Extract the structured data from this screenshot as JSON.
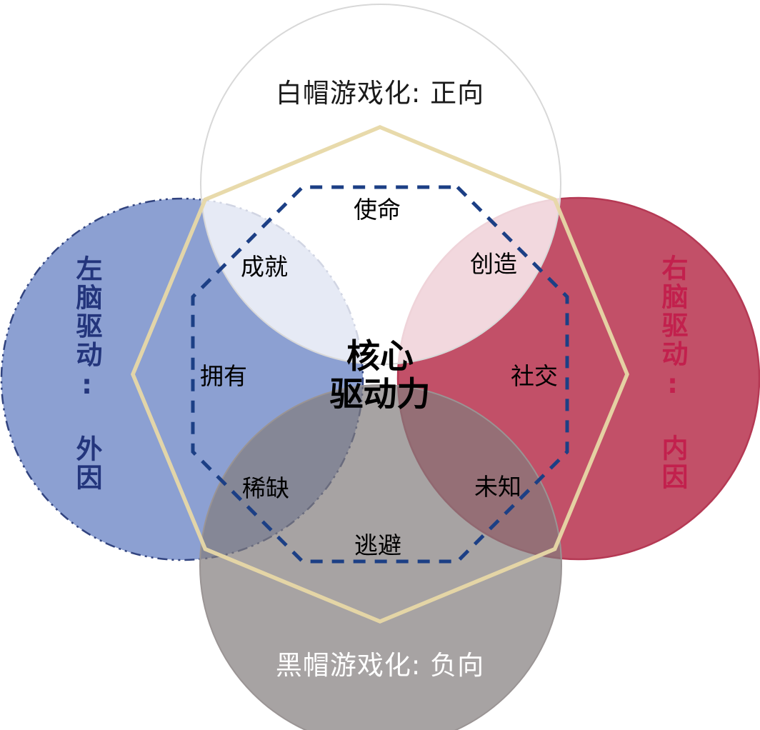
{
  "diagram": {
    "center_title": {
      "line1": "核心",
      "line2": "驱动力"
    },
    "circles": {
      "top": {
        "label": "白帽游戏化: 正向"
      },
      "bottom": {
        "label": "黑帽游戏化: 负向"
      },
      "left": {
        "label": "左脑驱动: 外因"
      },
      "right": {
        "label": "右脑驱动: 内因"
      }
    },
    "drives": {
      "mission": "使命",
      "accomplishment": "成就",
      "creativity": "创造",
      "ownership": "拥有",
      "social": "社交",
      "scarcity": "稀缺",
      "unpredictability": "未知",
      "avoidance": "逃避"
    }
  },
  "colors": {
    "blue_fill": "#6580C3",
    "blue_stroke": "#31437F",
    "red_fill": "#B7314E",
    "red_stroke": "#B53954",
    "gray_fill": "#817C7C",
    "gray_stroke": "#9A9494",
    "white_fill": "#FFFFFF",
    "white_stroke": "#D8D8D8",
    "tan_octagon": "#E7D8A7",
    "dashed_octagon": "#1C3F85",
    "top_text": "#1A1A1A",
    "bottom_text": "#FFFFFF",
    "left_text": "#23357C",
    "right_text": "#C2204D",
    "drive_text": "#000000",
    "center_text": "#000000"
  }
}
